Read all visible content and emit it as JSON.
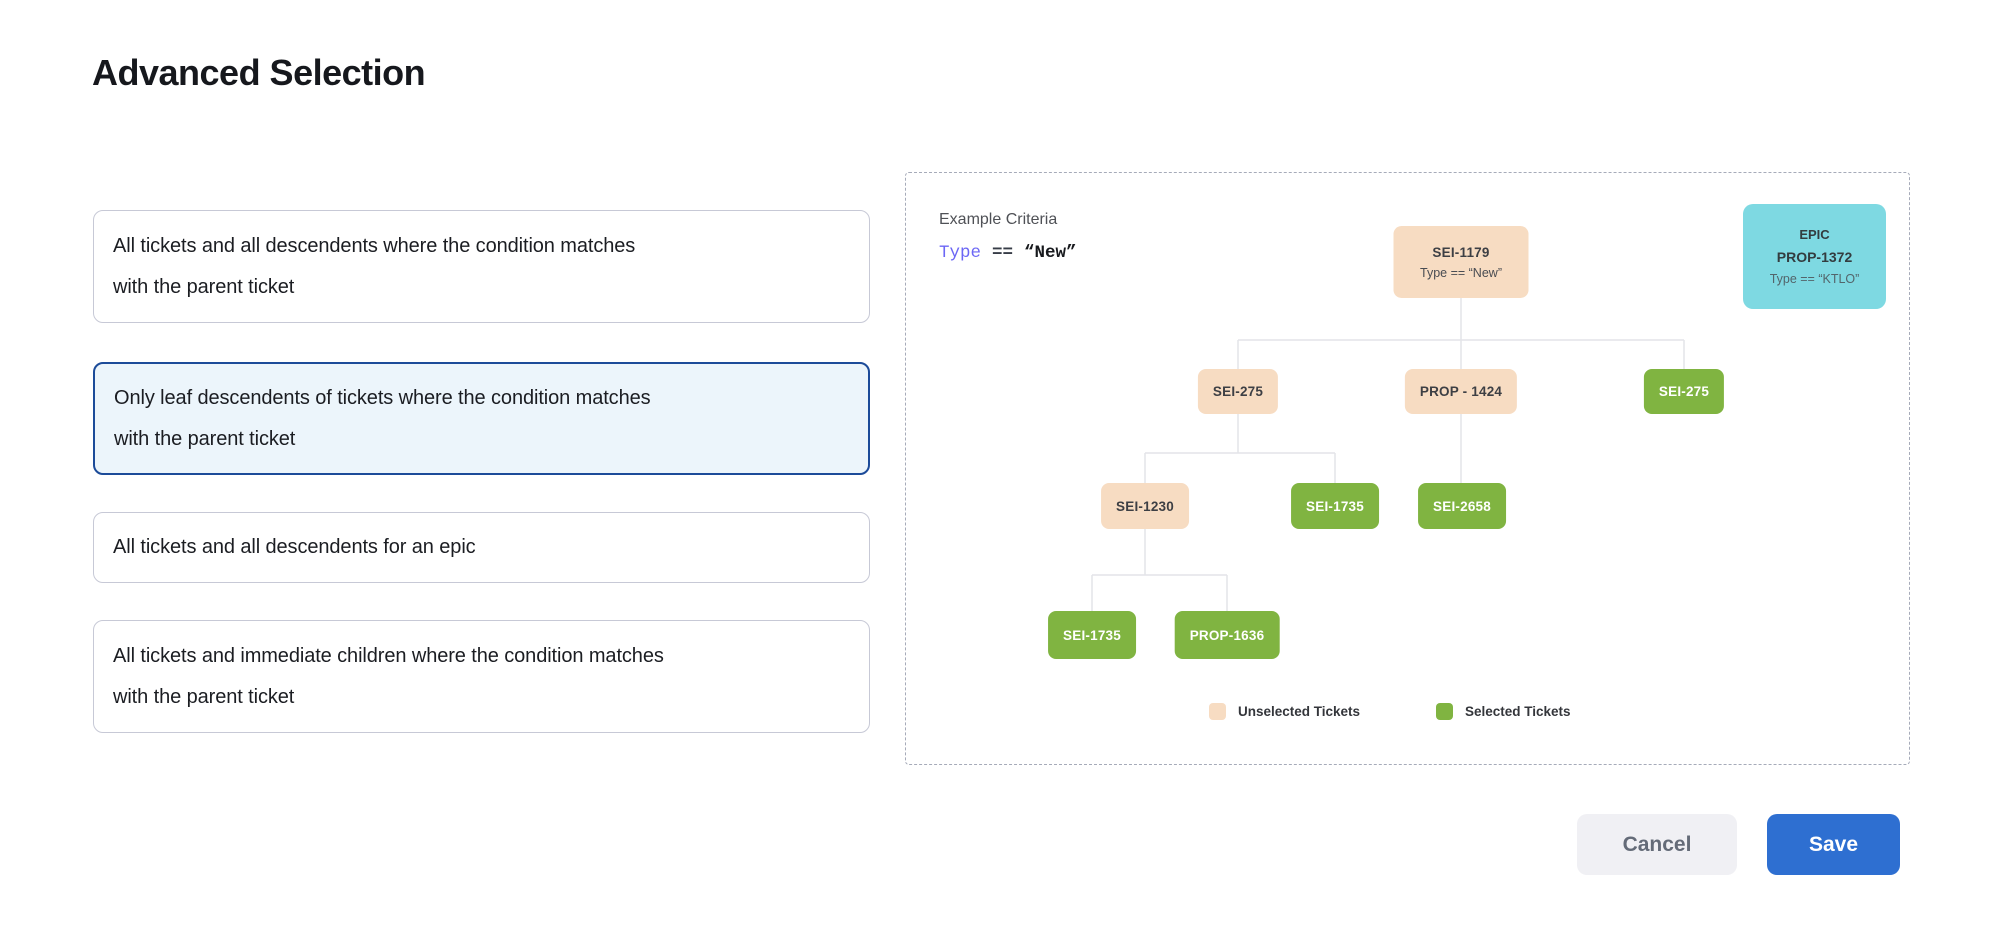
{
  "dialog": {
    "title": "Advanced Selection"
  },
  "options": [
    {
      "label": "All tickets and all descendents where the condition matches with the parent ticket",
      "selected": false
    },
    {
      "label": "Only leaf descendents of tickets where the condition matches with the parent ticket",
      "selected": true
    },
    {
      "label": "All tickets and all descendents for an epic",
      "selected": false
    },
    {
      "label": "All tickets and immediate children where the condition matches with the parent ticket",
      "selected": false
    }
  ],
  "example": {
    "heading": "Example Criteria",
    "criteria": {
      "field": "Type",
      "operator": "==",
      "value": "“New”"
    },
    "epic_card": {
      "line1": "EPIC",
      "line2": "PROP-1372",
      "line3": "Type == “KTLO”"
    },
    "tree": {
      "nodes": [
        {
          "label": "SEI-1179",
          "sublabel": "Type == “New”",
          "state": "unselected"
        },
        {
          "label": "SEI-275",
          "state": "unselected"
        },
        {
          "label": "PROP - 1424",
          "state": "unselected"
        },
        {
          "label": "SEI-275",
          "state": "selected"
        },
        {
          "label": "SEI-1230",
          "state": "unselected"
        },
        {
          "label": "SEI-1735",
          "state": "selected"
        },
        {
          "label": "SEI-2658",
          "state": "selected"
        },
        {
          "label": "SEI-1735",
          "state": "selected"
        },
        {
          "label": "PROP-1636",
          "state": "selected"
        }
      ]
    },
    "legend": [
      {
        "label": "Unselected Tickets",
        "color": "#F7DCC2"
      },
      {
        "label": "Selected Tickets",
        "color": "#80B441"
      }
    ]
  },
  "footer": {
    "cancel_label": "Cancel",
    "save_label": "Save"
  },
  "colors": {
    "unselected_ticket": "#F7DCC2",
    "selected_ticket": "#80B441",
    "epic_card": "#7ED9E2",
    "save_button": "#2E6FD1",
    "selected_option_border": "#1C4B99",
    "selected_option_background": "#ECF5FB"
  }
}
